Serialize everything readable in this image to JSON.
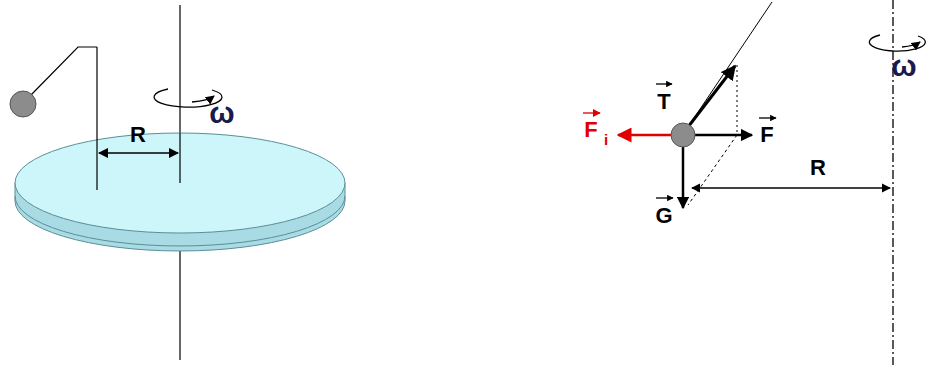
{
  "diagram": {
    "labels": [
      "ω",
      "R",
      "T",
      "F",
      "i",
      "F",
      "R",
      "G",
      "ω"
    ]
  }
}
